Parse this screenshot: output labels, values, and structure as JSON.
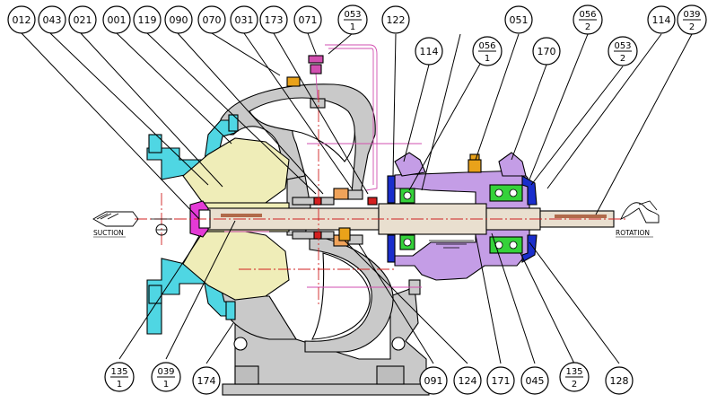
{
  "labels": {
    "suction": "SUCTION",
    "rotation": "ROTATION"
  },
  "callouts": {
    "c012": "012",
    "c043": "043",
    "c021": "021",
    "c001": "001",
    "c119": "119",
    "c090": "090",
    "c070": "070",
    "c031": "031",
    "c173": "173",
    "c071": "071",
    "c053_1_top": "053",
    "c053_1_bot": "1",
    "c114a": "114",
    "c122": "122",
    "c056_1_top": "056",
    "c056_1_bot": "1",
    "c051": "051",
    "c170": "170",
    "c056_2_top": "056",
    "c056_2_bot": "2",
    "c053_2_top": "053",
    "c053_2_bot": "2",
    "c114b": "114",
    "c039_2_top": "039",
    "c039_2_bot": "2",
    "c135_1_top": "135",
    "c135_1_bot": "1",
    "c039_1_top": "039",
    "c039_1_bot": "1",
    "c174": "174",
    "c091": "091",
    "c124": "124",
    "c171": "171",
    "c045": "045",
    "c135_2_top": "135",
    "c135_2_bot": "2",
    "c128": "128"
  },
  "colors": {
    "casing": "#c9c9c9",
    "impeller": "#efedb8",
    "suction_flange": "#4fd6e3",
    "bearing_housing": "#c49de6",
    "shaft": "#e9dfcf",
    "bearings": "#35d23a",
    "seal_red": "#d42020",
    "nut": "#e43ad6",
    "cover_blue": "#1a2ecc",
    "oil_fitting": "#e9a21a",
    "gland": "#f0a35a"
  }
}
